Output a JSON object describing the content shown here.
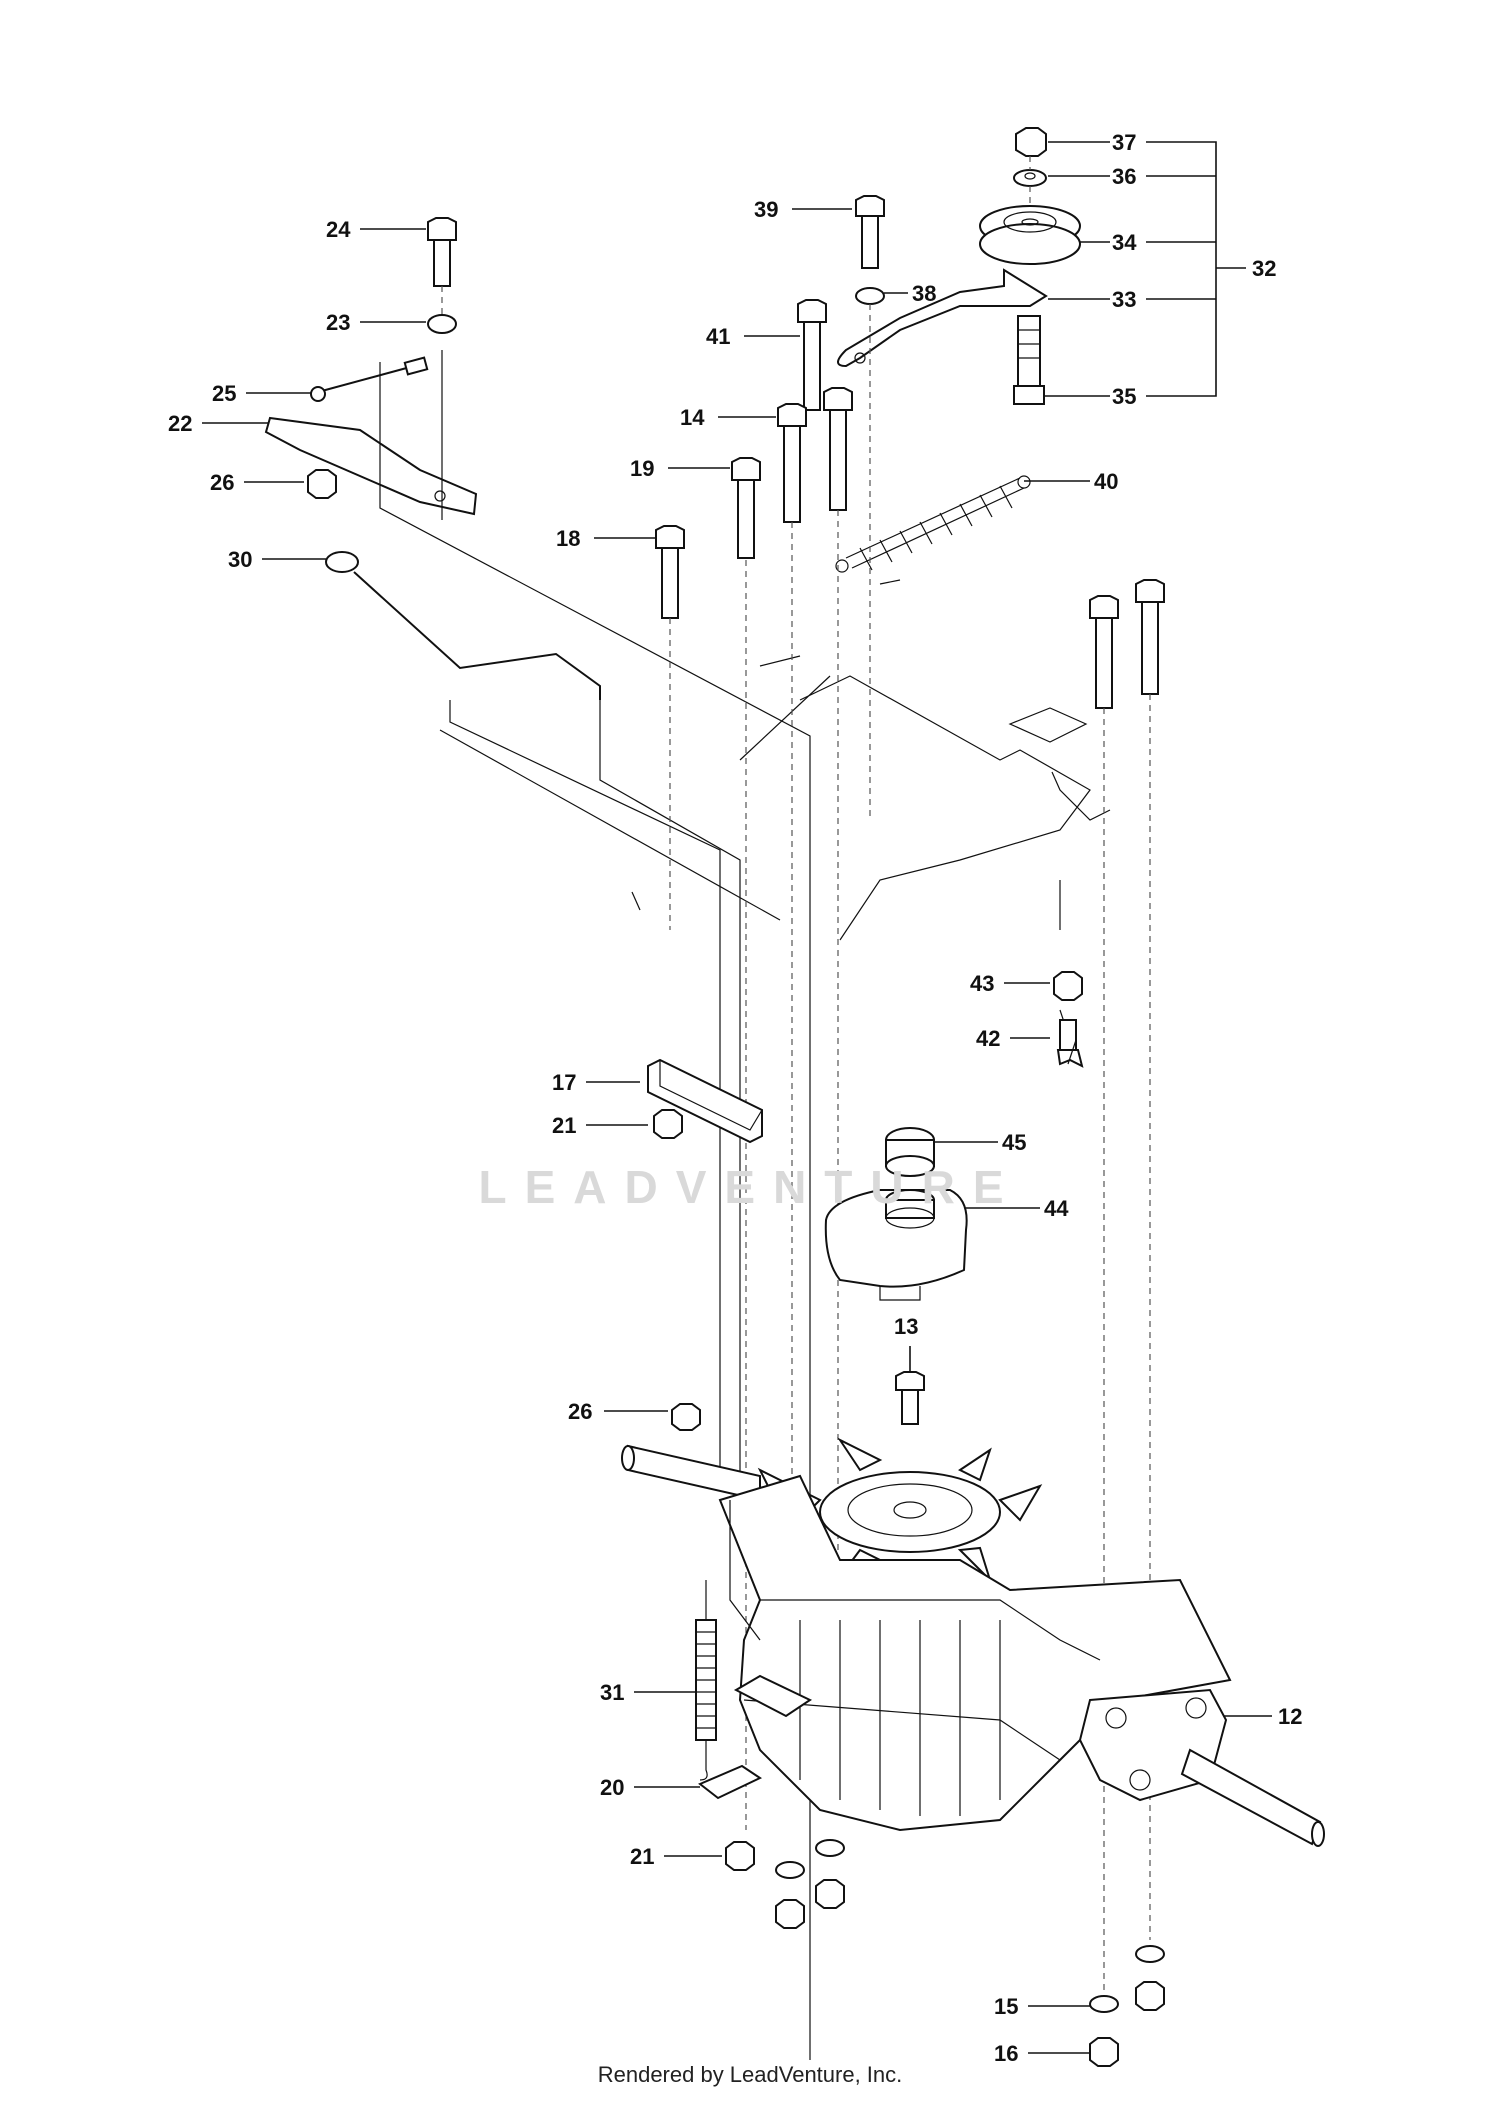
{
  "watermark": "LEADVENTURE",
  "footer": "Rendered by LeadVenture, Inc.",
  "callouts": [
    {
      "id": "37"
    },
    {
      "id": "36"
    },
    {
      "id": "34"
    },
    {
      "id": "32"
    },
    {
      "id": "33"
    },
    {
      "id": "35"
    },
    {
      "id": "39"
    },
    {
      "id": "38"
    },
    {
      "id": "41"
    },
    {
      "id": "14"
    },
    {
      "id": "19"
    },
    {
      "id": "40"
    },
    {
      "id": "18"
    },
    {
      "id": "24"
    },
    {
      "id": "23"
    },
    {
      "id": "25"
    },
    {
      "id": "22"
    },
    {
      "id": "26"
    },
    {
      "id": "30"
    },
    {
      "id": "43"
    },
    {
      "id": "42"
    },
    {
      "id": "17"
    },
    {
      "id": "21"
    },
    {
      "id": "45"
    },
    {
      "id": "44"
    },
    {
      "id": "13"
    },
    {
      "id": "26"
    },
    {
      "id": "31"
    },
    {
      "id": "12"
    },
    {
      "id": "20"
    },
    {
      "id": "21"
    },
    {
      "id": "15"
    },
    {
      "id": "16"
    }
  ]
}
